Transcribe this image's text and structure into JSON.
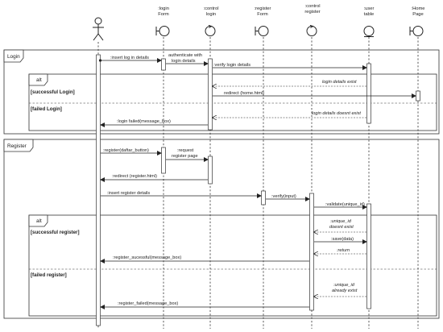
{
  "participants": [
    {
      "id": "user",
      "label": [
        ""
      ],
      "symbol": "actor-icon"
    },
    {
      "id": "login_form",
      "label": [
        ":login",
        "Form"
      ],
      "symbol": "boundary-icon"
    },
    {
      "id": "control_login",
      "label": [
        ":control",
        "login"
      ],
      "symbol": "control-icon"
    },
    {
      "id": "register_form",
      "label": [
        ":register",
        "Form"
      ],
      "symbol": "boundary-icon"
    },
    {
      "id": "control_register",
      "label": [
        ":control",
        "register"
      ],
      "symbol": "control-icon"
    },
    {
      "id": "user_table",
      "label": [
        ":user",
        "table"
      ],
      "symbol": "entity-icon"
    },
    {
      "id": "home_page",
      "label": [
        ":Home",
        "Page"
      ],
      "symbol": "boundary-icon"
    }
  ],
  "frames": [
    {
      "label": "Login",
      "alt_label": "alt",
      "guards": [
        "[successful Login]",
        "[failed Login]"
      ]
    },
    {
      "label": "Register",
      "alt_label": "alt",
      "guards": [
        "[successful register]",
        "[failed register]"
      ]
    }
  ],
  "messages": [
    {
      "text": ":insert log in details",
      "from": "user",
      "to": "login_form",
      "kind": "call"
    },
    {
      "text": "authenticate with",
      "text2": "login details",
      "from": "login_form",
      "to": "control_login",
      "kind": "call"
    },
    {
      "text": ":verify login details",
      "from": "control_login",
      "to": "user_table",
      "kind": "call"
    },
    {
      "text": "login details exist",
      "from": "user_table",
      "to": "control_login",
      "kind": "return"
    },
    {
      "text": "redirect (home.html)",
      "from": "control_login",
      "to": "home_page",
      "kind": "call"
    },
    {
      "text": "login details doesnt exist",
      "from": "user_table",
      "to": "control_login",
      "kind": "return"
    },
    {
      "text": ":login failed(message_box)",
      "from": "control_login",
      "to": "user",
      "kind": "call"
    },
    {
      "text": ":register(daftar_button)",
      "from": "user",
      "to": "login_form",
      "kind": "call"
    },
    {
      "text": ":request",
      "text2": "register page",
      "from": "login_form",
      "to": "control_login",
      "kind": "call"
    },
    {
      "text": ":redirect (register.html)",
      "from": "control_login",
      "to": "user",
      "kind": "call"
    },
    {
      "text": ":insert register details",
      "from": "user",
      "to": "register_form",
      "kind": "call"
    },
    {
      "text": ":verify(input)",
      "from": "register_form",
      "to": "control_register",
      "kind": "call"
    },
    {
      "text": ":validate(unique_id)",
      "from": "control_register",
      "to": "user_table",
      "kind": "call"
    },
    {
      "text": ":unique_id",
      "text2": "doesnt exist",
      "from": "user_table",
      "to": "control_register",
      "kind": "return"
    },
    {
      "text": ":save(data)",
      "from": "control_register",
      "to": "user_table",
      "kind": "call"
    },
    {
      "text": ":return",
      "from": "user_table",
      "to": "control_register",
      "kind": "return"
    },
    {
      "text": ":register_sucessful(message_box)",
      "from": "control_register",
      "to": "user",
      "kind": "call"
    },
    {
      "text": ":unique_id",
      "text2": "already exist",
      "from": "user_table",
      "to": "control_register",
      "kind": "return"
    },
    {
      "text": ":register_failed(message_box)",
      "from": "control_register",
      "to": "user",
      "kind": "call"
    }
  ]
}
